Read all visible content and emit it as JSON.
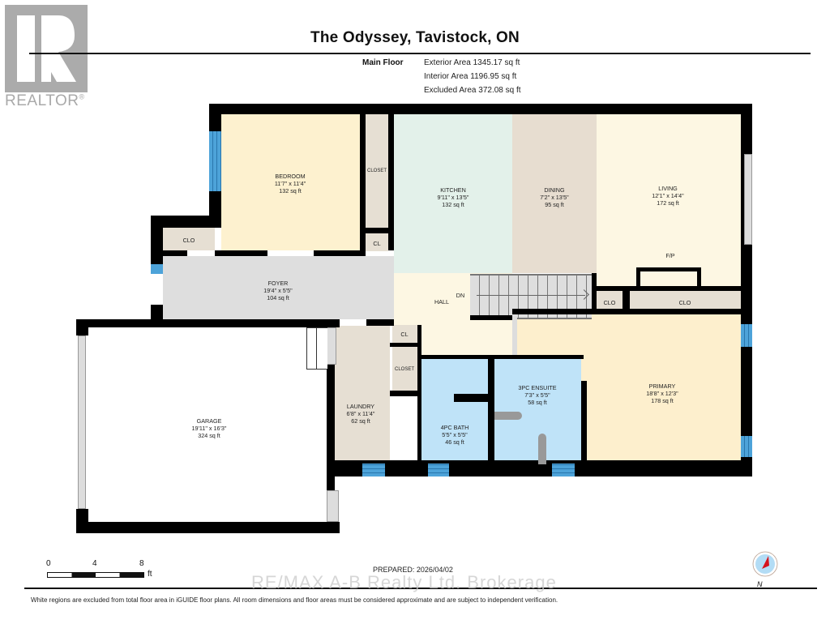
{
  "header": {
    "title": "The Odyssey, Tavistock, ON",
    "floor": "Main Floor",
    "areas": [
      "Exterior Area 1345.17 sq ft",
      "Interior Area 1196.95 sq ft",
      "Excluded Area 372.08 sq ft"
    ]
  },
  "logo": {
    "icon": "realtor-r-icon",
    "text": "REALTOR",
    "mark": "®"
  },
  "rooms": {
    "bedroom": {
      "name": "BEDROOM",
      "dims": "11'7\" x 11'4\"",
      "area": "132 sq ft"
    },
    "kitchen": {
      "name": "KITCHEN",
      "dims": "9'11\" x 13'5\"",
      "area": "132 sq ft"
    },
    "dining": {
      "name": "DINING",
      "dims": "7'2\" x 13'5\"",
      "area": "95 sq ft"
    },
    "living": {
      "name": "LIVING",
      "dims": "12'1\" x 14'4\"",
      "area": "172 sq ft"
    },
    "foyer": {
      "name": "FOYER",
      "dims": "19'4\" x 5'5\"",
      "area": "104 sq ft"
    },
    "garage": {
      "name": "GARAGE",
      "dims": "19'11\" x 16'3\"",
      "area": "324 sq ft"
    },
    "laundry": {
      "name": "LAUNDRY",
      "dims": "6'8\" x 11'4\"",
      "area": "62 sq ft"
    },
    "bath4": {
      "name": "4PC BATH",
      "dims": "5'5\" x 5'5\"",
      "area": "46 sq ft"
    },
    "ensuite": {
      "name": "3PC ENSUITE",
      "dims": "7'3\" x 5'5\"",
      "area": "58 sq ft"
    },
    "primary": {
      "name": "PRIMARY",
      "dims": "18'8\" x 12'3\"",
      "area": "178 sq ft"
    }
  },
  "labels": {
    "closet": "CLOSET",
    "clo": "CLO",
    "cl": "CL",
    "hall": "HALL",
    "dn": "DN",
    "fp": "F/P"
  },
  "scale": {
    "ticks": [
      "0",
      "4",
      "8"
    ],
    "unit": "ft"
  },
  "prepared": "PREPARED: 2026/04/02",
  "watermark": "RE/MAX A-B Realty Ltd. Brokerage",
  "compass": {
    "icon": "compass-icon",
    "label": "N"
  },
  "footer": "White regions are excluded from total floor area in iGUIDE floor plans. All room dimensions and floor areas must be considered approximate and are subject to independent verification.",
  "colors": {
    "bedroom": "#fdf1cf",
    "kitchen": "#e3f1ea",
    "dining": "#e7ddd0",
    "living": "#fdf7e3",
    "foyer": "#dedede",
    "closet": "#e6dfd3",
    "bath": "#bfe3f8",
    "primary": "#fdefcd",
    "hall": "#fdf7e3",
    "window": "#4da3d9",
    "wall": "#000000"
  }
}
